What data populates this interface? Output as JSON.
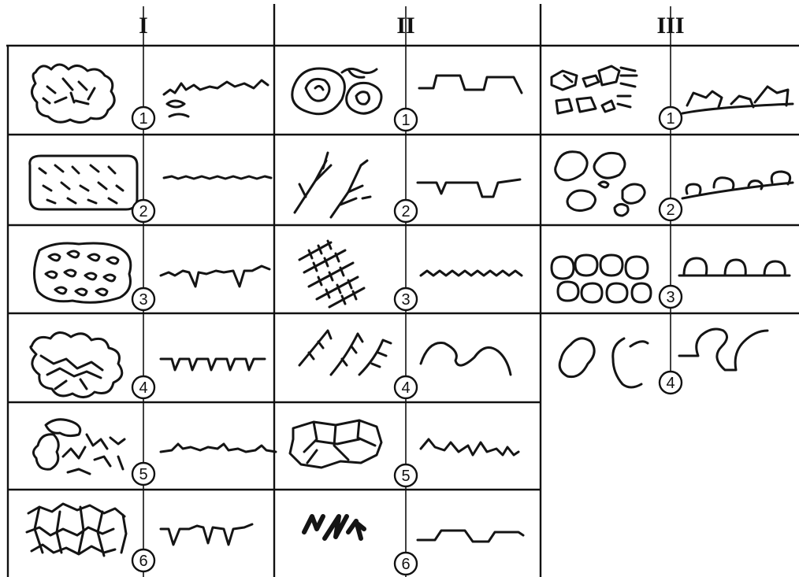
{
  "table": {
    "columns": [
      {
        "numeral": "I",
        "cells": [
          {
            "number": "1",
            "plan_icon": "dense-stipple-cluster-icon",
            "profile_icon": "fine-rough-profile-icon"
          },
          {
            "number": "2",
            "plan_icon": "dense-dot-cluster-icon",
            "profile_icon": "small-wave-profile-icon"
          },
          {
            "number": "3",
            "plan_icon": "small-cell-cluster-icon",
            "profile_icon": "pitted-profile-icon"
          },
          {
            "number": "4",
            "plan_icon": "polygon-cell-cluster-icon",
            "profile_icon": "notched-profile-icon"
          },
          {
            "number": "5",
            "plan_icon": "mixed-scribble-cluster-icon",
            "profile_icon": "tufted-profile-icon"
          },
          {
            "number": "6",
            "plan_icon": "crack-network-icon",
            "profile_icon": "deep-notch-profile-icon"
          }
        ]
      },
      {
        "numeral": "II",
        "cells": [
          {
            "number": "1",
            "plan_icon": "concentric-loops-icon",
            "profile_icon": "mesa-profile-icon"
          },
          {
            "number": "2",
            "plan_icon": "branching-channels-icon",
            "profile_icon": "trench-profile-icon"
          },
          {
            "number": "3",
            "plan_icon": "parallel-combed-ridges-icon",
            "profile_icon": "zigzag-profile-icon"
          },
          {
            "number": "4",
            "plan_icon": "arc-ridges-icon",
            "profile_icon": "undulating-profile-icon"
          },
          {
            "number": "5",
            "plan_icon": "blocky-polygon-cluster-icon",
            "profile_icon": "jagged-step-profile-icon"
          },
          {
            "number": "6",
            "plan_icon": "bold-strokes-icon",
            "profile_icon": "step-profile-icon"
          }
        ]
      },
      {
        "numeral": "III",
        "cells": [
          {
            "number": "1",
            "plan_icon": "combed-blocks-icon",
            "profile_icon": "lumpy-hills-profile-icon"
          },
          {
            "number": "2",
            "plan_icon": "scattered-blobs-icon",
            "profile_icon": "rounded-hills-profile-icon"
          },
          {
            "number": "3",
            "plan_icon": "packed-ovals-icon",
            "profile_icon": "dome-profile-icon"
          },
          {
            "number": "4",
            "plan_icon": "open-loops-icon",
            "profile_icon": "hook-profile-icon"
          }
        ]
      }
    ]
  }
}
